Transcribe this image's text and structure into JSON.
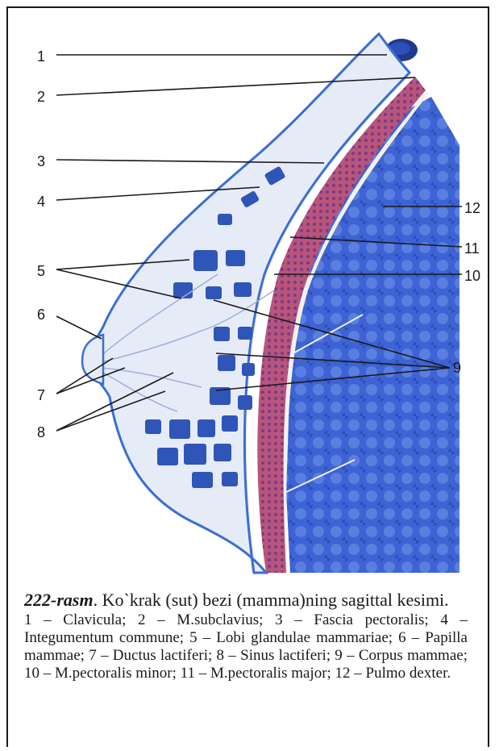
{
  "labels": [
    "1",
    "2",
    "3",
    "4",
    "5",
    "6",
    "7",
    "8",
    "9",
    "10",
    "11",
    "12"
  ],
  "caption": {
    "figure_label": "222-rasm",
    "title_rest": ". Ko`krak (sut) bezi (mamma)ning sagittal kesimi.",
    "legend": "1 – Clavicula; 2 – M.subclavius; 3 – Fascia pectoralis; 4 – Integumentum commune; 5 – Lobi glandulae mammariae; 6 – Papilla mammae; 7 – Ductus lactiferi; 8 – Sinus lactiferi; 9 – Corpus mammae; 10 – M.pectoralis minor; 11 – M.pectoralis major; 12 – Pulmo dexter."
  },
  "colors": {
    "skin_outline": "#3a6fd0",
    "fat": "#dfe6f6",
    "gland_lobes": "#2f55b8",
    "muscle": "#c05a7a",
    "lung": "#3d63d4",
    "fascia": "#f2efd8",
    "leader_lines": "#1a1a1a"
  }
}
